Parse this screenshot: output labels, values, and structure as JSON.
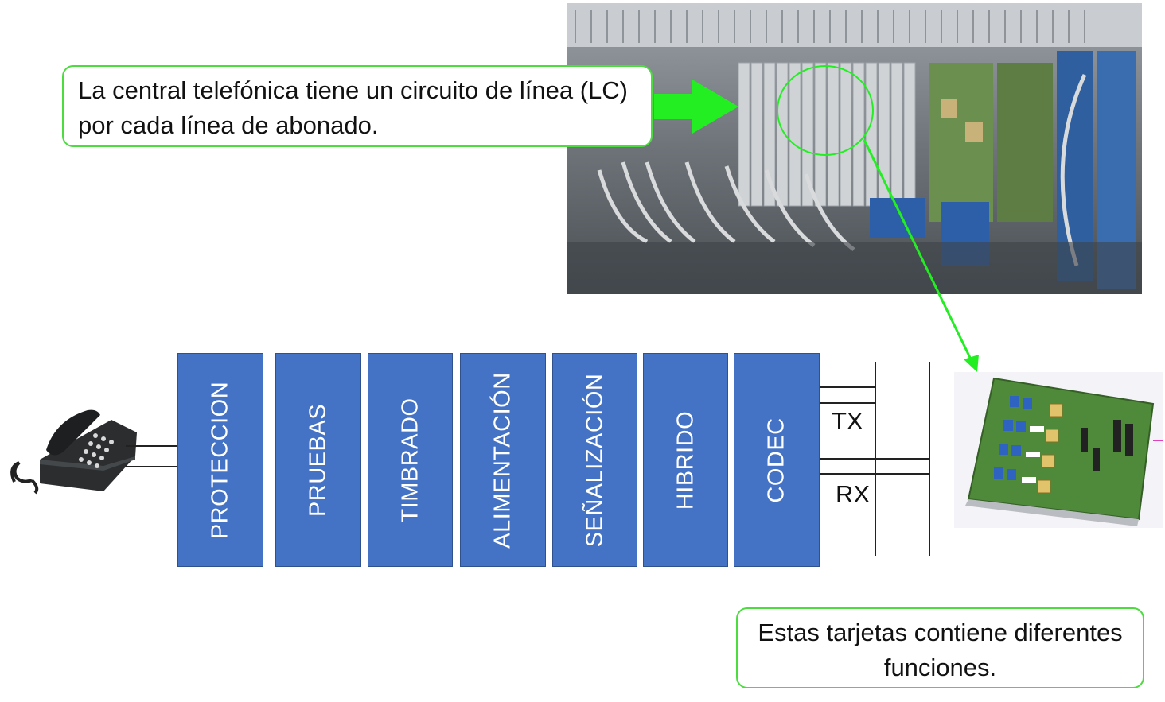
{
  "callouts": {
    "top_text": "La central telefónica tiene un circuito de línea (LC) por cada línea de abonado.",
    "bottom_text": "Estas tarjetas contiene diferentes funciones."
  },
  "blocks": [
    "PROTECCION",
    "PRUEBAS",
    "TIMBRADO",
    "ALIMENTACIÓN",
    "SEÑALIZACIÓN",
    "HIBRIDO",
    "CODEC"
  ],
  "signals": {
    "tx": "TX",
    "rx": "RX"
  },
  "colors": {
    "block_fill": "#4472c4",
    "callout_border": "#4cdc40",
    "arrow": "#22ee22"
  },
  "icons": [
    "telephone-icon",
    "rack-photo",
    "line-card-photo",
    "green-arrow-icon"
  ]
}
